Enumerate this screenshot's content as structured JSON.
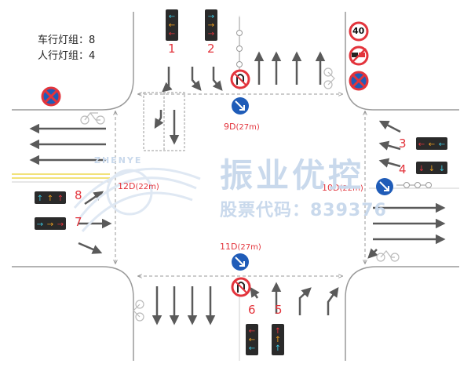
{
  "legend": {
    "vehicle_groups": "车行灯组：8",
    "pedestrian_groups": "人行灯组：4"
  },
  "watermark": {
    "logo_text": "ZHENYE",
    "company": "振业优控",
    "stock": "股票代码：839376"
  },
  "signal_groups": [
    {
      "id": "1",
      "arrows": "left"
    },
    {
      "id": "2",
      "arrows": "right"
    },
    {
      "id": "3",
      "arrows": "left"
    },
    {
      "id": "4",
      "arrows": "down"
    },
    {
      "id": "5",
      "arrows": "up"
    },
    {
      "id": "6",
      "arrows": "left"
    },
    {
      "id": "7",
      "arrows": "right"
    },
    {
      "id": "8",
      "arrows": "up"
    }
  ],
  "crosswalks": {
    "north": {
      "label": "9D",
      "length": "(27m)"
    },
    "south": {
      "label": "11D",
      "length": "(27m)"
    },
    "west": {
      "label": "12D",
      "length": "(22m)"
    },
    "east": {
      "label": "10D",
      "length": "(22m)"
    }
  },
  "signs": {
    "speed_limit": "40",
    "icons": [
      "no-stopping",
      "no-overtaking",
      "no-u-turn",
      "keep-right"
    ]
  },
  "colors": {
    "red": "#e3343c",
    "blue": "#1f5cb8",
    "road_line": "#9a9a9a",
    "arrow": "#5a5a5a",
    "yellow_line": "#f2e27a",
    "signal_body": "#2a2a2a"
  }
}
